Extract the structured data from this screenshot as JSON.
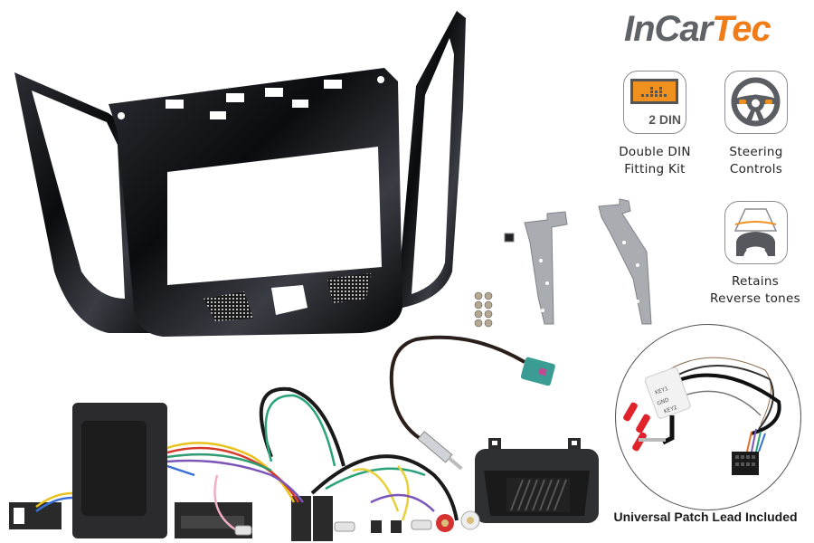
{
  "brand": {
    "logo_part1": "InCar",
    "logo_part2": "Tec",
    "colors": {
      "gray": "#5f6266",
      "orange": "#f07c18"
    }
  },
  "features": [
    {
      "icon": "double-din-icon",
      "badge_text": "2 DIN",
      "line1": "Double DIN",
      "line2": "Fitting Kit"
    },
    {
      "icon": "steering-wheel-icon",
      "line1": "Steering",
      "line2": "Controls"
    },
    {
      "icon": "reverse-camera-icon",
      "line1": "Retains",
      "line2": "Reverse tones"
    }
  ],
  "patch_lead": {
    "caption": "Universal Patch Lead Included",
    "labels": [
      "KEY1",
      "GND",
      "KEY2"
    ]
  },
  "products": [
    "fascia-panel",
    "mounting-brackets",
    "screws",
    "antenna-adapter",
    "steering-control-interface",
    "wiring-harness",
    "speaker-box"
  ]
}
